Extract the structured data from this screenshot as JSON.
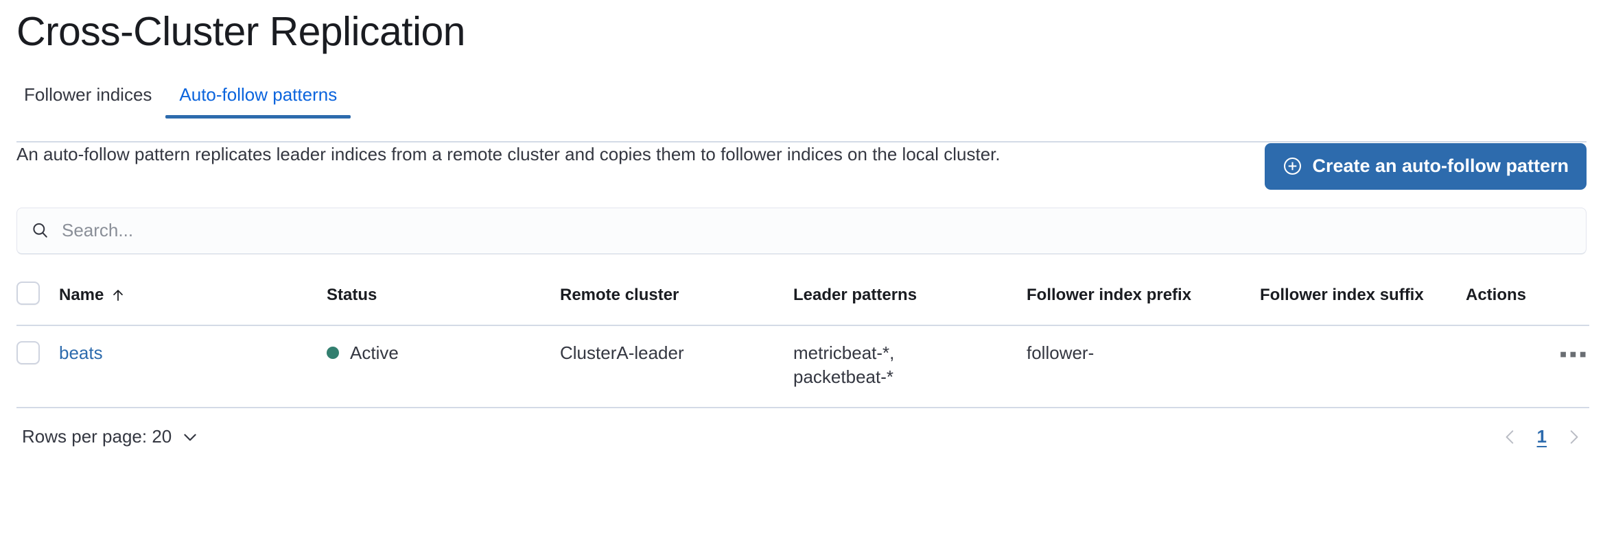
{
  "header": {
    "title": "Cross-Cluster Replication"
  },
  "tabs": [
    {
      "label": "Follower indices",
      "active": false
    },
    {
      "label": "Auto-follow patterns",
      "active": true
    }
  ],
  "description": {
    "text": "An auto-follow pattern replicates leader indices from a remote cluster and copies them to follower indices on the local cluster."
  },
  "actions": {
    "create_button_label": "Create an auto-follow pattern",
    "create_button_icon": "plus-in-circle-icon",
    "create_button_color": "#2d6bad"
  },
  "search": {
    "placeholder": "Search...",
    "value": "",
    "icon": "search-icon"
  },
  "table": {
    "columns": [
      {
        "key": "checkbox",
        "label": ""
      },
      {
        "key": "name",
        "label": "Name",
        "sorted": "asc",
        "sort_icon": "arrow-up-icon"
      },
      {
        "key": "status",
        "label": "Status"
      },
      {
        "key": "remote_cluster",
        "label": "Remote cluster"
      },
      {
        "key": "leader_patterns",
        "label": "Leader patterns"
      },
      {
        "key": "follower_index_prefix",
        "label": "Follower index prefix"
      },
      {
        "key": "follower_index_suffix",
        "label": "Follower index suffix"
      },
      {
        "key": "actions",
        "label": "Actions"
      }
    ],
    "rows": [
      {
        "name": "beats",
        "status": "Active",
        "status_color": "#327f6f",
        "remote_cluster": "ClusterA-leader",
        "leader_patterns": [
          "metricbeat-*,",
          "packetbeat-*"
        ],
        "follower_index_prefix": "follower-",
        "follower_index_suffix": "",
        "actions_icon": "ellipsis-horizontal-icon"
      }
    ]
  },
  "footer": {
    "rows_per_page_label": "Rows per page: 20",
    "rows_per_page_icon": "chevron-down-icon",
    "pagination": {
      "prev_icon": "chevron-left-icon",
      "next_icon": "chevron-right-icon",
      "current_page": "1"
    }
  },
  "colors": {
    "link": "#2d6bad",
    "active_tab": "#0b64dd",
    "divider": "#d3dae6",
    "status_active": "#327f6f"
  }
}
